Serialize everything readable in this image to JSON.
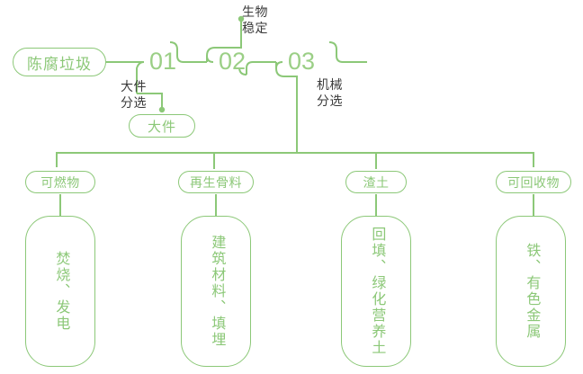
{
  "theme": {
    "line_color": "#8CC878",
    "node_stroke": "#8CC878",
    "node_text": "#8CC878",
    "number_color": "#9BCF86",
    "annotation_color": "#3b3b3b",
    "background": "#ffffff"
  },
  "diagram": {
    "type": "process-flow",
    "title": "",
    "root": {
      "label": "陈腐垃圾"
    },
    "stages": [
      {
        "number": "01",
        "annotation": "大件\n分选",
        "output": {
          "label": "大件"
        }
      },
      {
        "number": "02",
        "annotation": "生物\n稳定",
        "output": null
      },
      {
        "number": "03",
        "annotation": "机械\n分选",
        "output": null
      }
    ],
    "outputs": [
      {
        "category": "可燃物",
        "destination": "焚烧、发电"
      },
      {
        "category": "再生骨料",
        "destination": "建筑材料、填埋"
      },
      {
        "category": "渣土",
        "destination": "回填、绿化营养土"
      },
      {
        "category": "可回收物",
        "destination": "铁、有色金属"
      }
    ]
  }
}
